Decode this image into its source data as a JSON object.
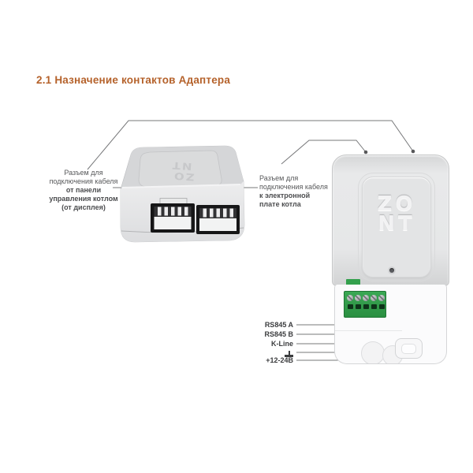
{
  "heading": {
    "text": "2.1 Назначение контактов Адаптера",
    "color": "#b5622b"
  },
  "callouts": {
    "display_connector": {
      "lines": [
        {
          "text": "Разъем для",
          "bold": false
        },
        {
          "text": "подключения кабеля",
          "bold": false
        },
        {
          "text": "от панели",
          "bold": true
        },
        {
          "text": "управления котлом",
          "bold": true
        },
        {
          "text": "(от дисплея)",
          "bold": true
        }
      ]
    },
    "board_connector": {
      "lines": [
        {
          "text": "Разъем для",
          "bold": false
        },
        {
          "text": "подключения кабеля",
          "bold": false
        },
        {
          "text": "к электронной",
          "bold": true
        },
        {
          "text": "плате котла",
          "bold": true
        }
      ]
    }
  },
  "pins": {
    "items": [
      {
        "label": "RS845 A"
      },
      {
        "label": "RS845 B"
      },
      {
        "label": "K-Line"
      },
      {
        "icon": "ground-icon"
      },
      {
        "label": "+12-24В"
      }
    ]
  },
  "device_front": {
    "logo": {
      "line1": "ZO",
      "line2": "NT"
    }
  },
  "device_bottom": {
    "logo": {
      "line1": "ZO",
      "line2": "NT"
    }
  },
  "colors": {
    "accent_heading": "#b5622b",
    "terminal_green": "#2e9c47",
    "label_text": "#57585a",
    "device_gray": "#e6e7e8"
  }
}
